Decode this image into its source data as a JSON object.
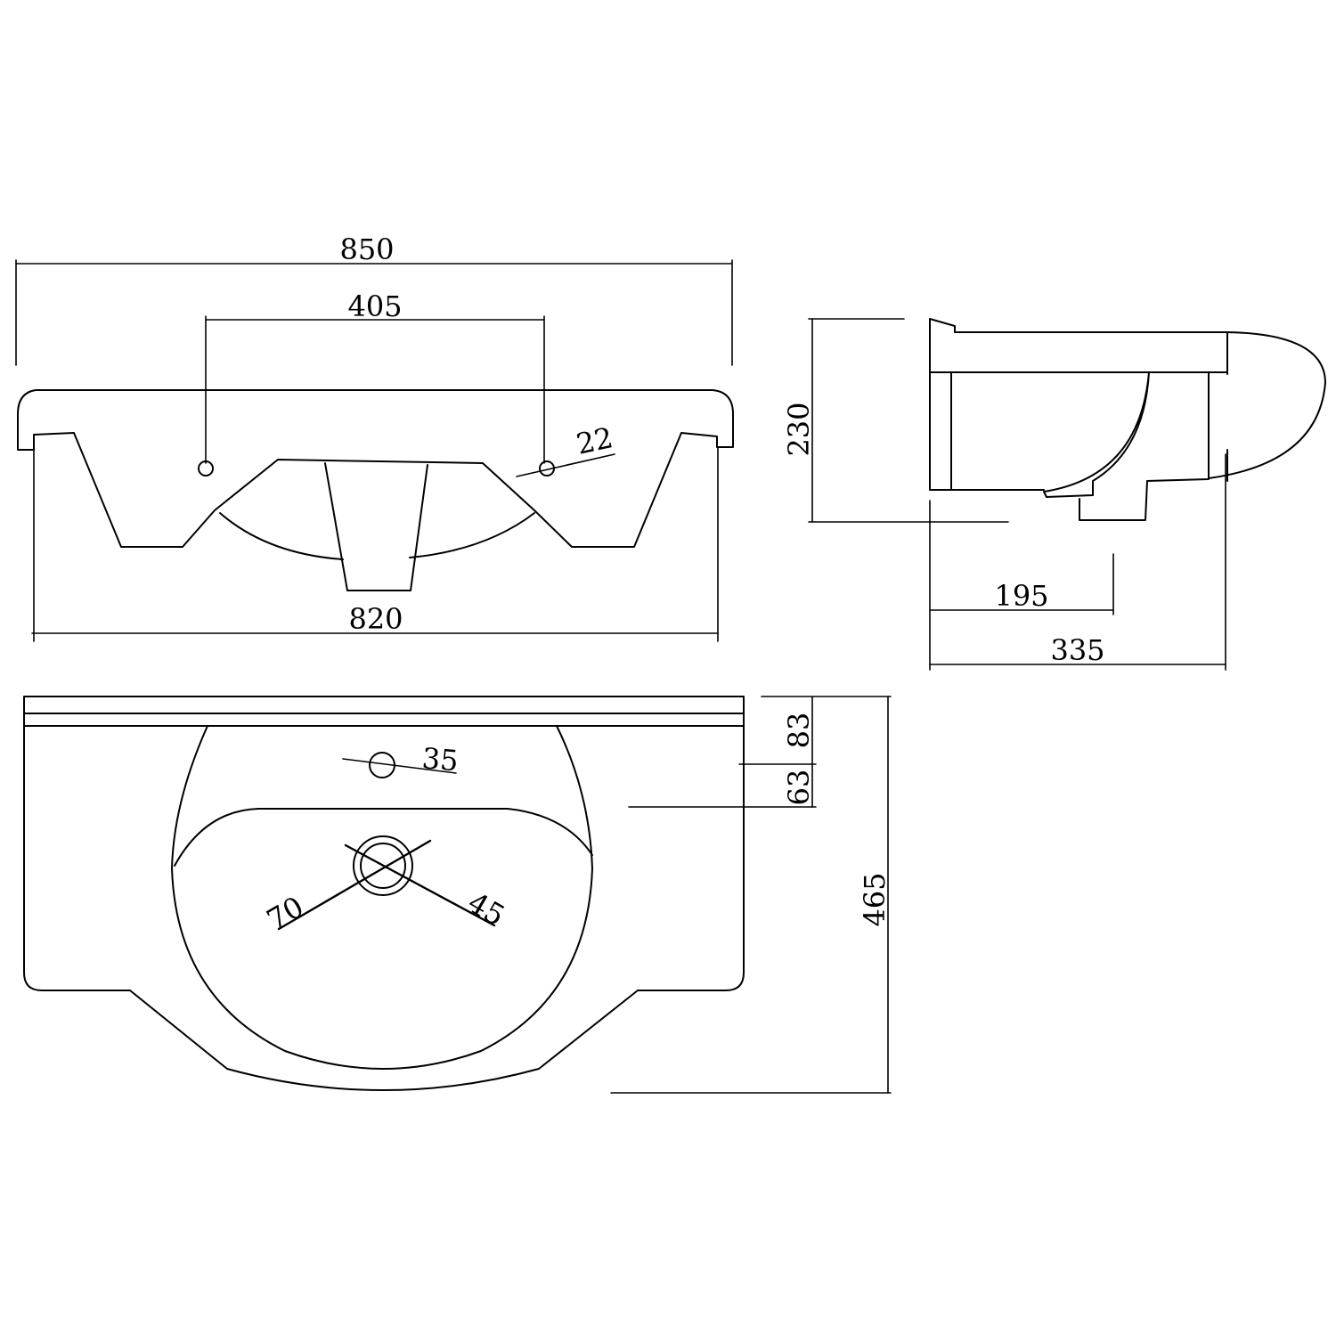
{
  "dimensions": {
    "front_overall_width": "850",
    "tap_hole_spacing": "405",
    "tap_hole_diameter": "22",
    "front_base_width": "820",
    "side_height": "230",
    "side_inner_depth": "195",
    "side_total_depth": "335",
    "top_rim_to_hole": "83",
    "hole_to_bowl": "63",
    "top_overflow_diameter": "35",
    "waste_outer_diameter": "70",
    "waste_inner_diameter": "45",
    "top_total_depth": "465"
  },
  "colors": {
    "line": "#000000",
    "background": "#ffffff"
  }
}
